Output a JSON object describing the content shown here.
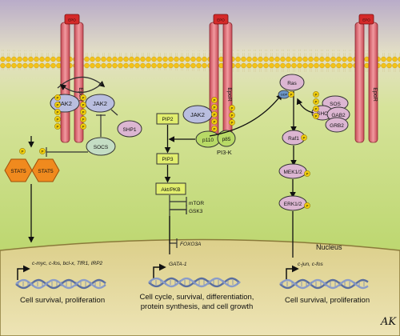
{
  "membrane": {
    "receptor_label": "EpoR",
    "ligand_label": "EPO"
  },
  "left_pathway": {
    "jak2": "JAK2",
    "shp1": "SHP1",
    "socs": "SOCS",
    "stat5": "STAT5",
    "phospho": "P",
    "targets": {
      "t1": "c-myc, c-fos, bcl-x, ",
      "t2": "TfR1",
      "t3": ", ",
      "t4": "IRP2"
    },
    "outcome": "Cell survival, proliferation"
  },
  "middle_pathway": {
    "pip2": "PIP2",
    "pip3": "PIP3",
    "jak2": "JAK2",
    "p110": "p110",
    "p85": "p85",
    "pi3k": "PI3-K",
    "akt": "Akt/PKB",
    "mtor": "mTOR",
    "gsk3": "GSK3",
    "foxo3a": "FOXO3A",
    "target": "GATA-1",
    "outcome_line1": "Cell cycle, survival, differentiation,",
    "outcome_line2": "protein synthesis, and cell growth"
  },
  "right_pathway": {
    "ras": "Ras",
    "gdp": "GDP",
    "sos": "SOS",
    "shc": "SHC",
    "gab2": "GAB2",
    "grb2": "GRB2",
    "raf1": "Raf1",
    "mek": "MEK1/2",
    "erk": "ERK1/2",
    "target": "c-jun, c-fos",
    "outcome": "Cell survival, proliferation"
  },
  "nucleus_label": "Nucleus",
  "signature": "AK",
  "colors": {
    "receptor": "#e8707a",
    "epo": "#d42a2a",
    "jak2": "#b9bedf",
    "stat5": "#f08a1e",
    "socs": "#c4ddc4",
    "pip_box": "#e1ee6e",
    "p110": "#b8da66",
    "ras_shc": "#dcb6d2",
    "phospho": "#f4d00c",
    "nucleus": "#e5d89c"
  }
}
